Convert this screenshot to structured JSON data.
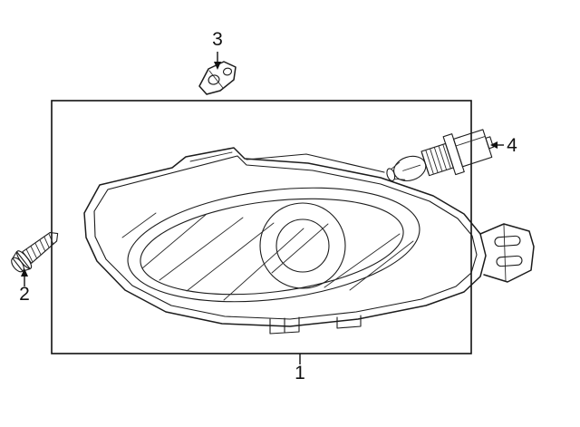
{
  "diagram": {
    "labels": {
      "part1": "1",
      "part2": "2",
      "part3": "3",
      "part4": "4"
    },
    "colors": {
      "line": "#1c1c1c",
      "background": "#ffffff"
    }
  }
}
